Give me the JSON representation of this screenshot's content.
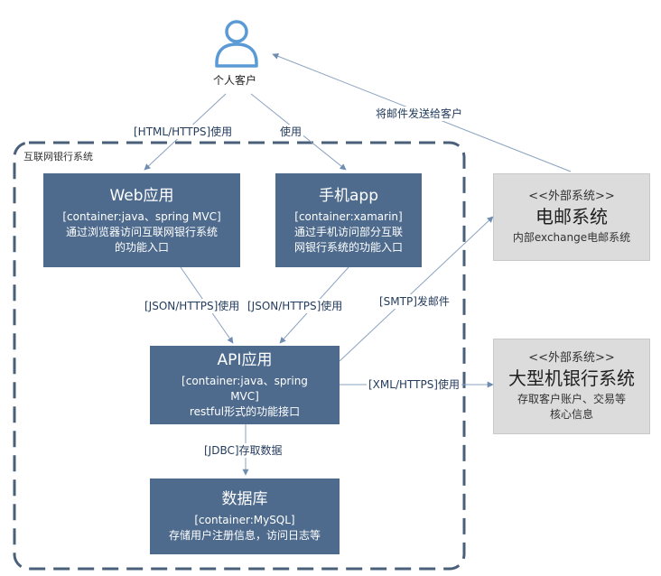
{
  "person": {
    "label": "个人客户",
    "icon": "person-icon",
    "color": "#5b9bd5"
  },
  "boundary": {
    "label": "互联网银行系统"
  },
  "containers": {
    "web": {
      "title": "Web应用",
      "tech": "[container:java、spring MVC]",
      "desc1": "通过浏览器访问互联网银行系统",
      "desc2": "的功能入口"
    },
    "mobile": {
      "title": "手机app",
      "tech": "[container:xamarin]",
      "desc1": "通过手机访问部分互联",
      "desc2": "网银行系统的功能入口"
    },
    "api": {
      "title": "API应用",
      "tech1": "[container:java、spring",
      "tech2": "MVC]",
      "desc": "restful形式的功能接口"
    },
    "db": {
      "title": "数据库",
      "tech": "[container:MySQL]",
      "desc": "存储用户注册信息，访问日志等"
    }
  },
  "external": {
    "email": {
      "type": "<<外部系统>>",
      "title": "电邮系统",
      "desc": "内部exchange电邮系统"
    },
    "mainframe": {
      "type": "<<外部系统>>",
      "title": "大型机银行系统",
      "desc1": "存取客户账户、交易等",
      "desc2": "核心信息"
    }
  },
  "relations": {
    "person_web": "[HTML/HTTPS]使用",
    "person_mobile": "使用",
    "email_person": "将邮件发送给客户",
    "web_api": "[JSON/HTTPS]使用",
    "mobile_api": "[JSON/HTTPS]使用",
    "api_email": "[SMTP]发邮件",
    "api_mainframe": "[XML/HTTPS]使用",
    "api_db": "[JDBC]存取数据"
  },
  "colors": {
    "container": "#4e6b8d",
    "external": "#dcdcdc",
    "boundary": "#4a5f7a",
    "arrow": "#8aa3c0"
  }
}
